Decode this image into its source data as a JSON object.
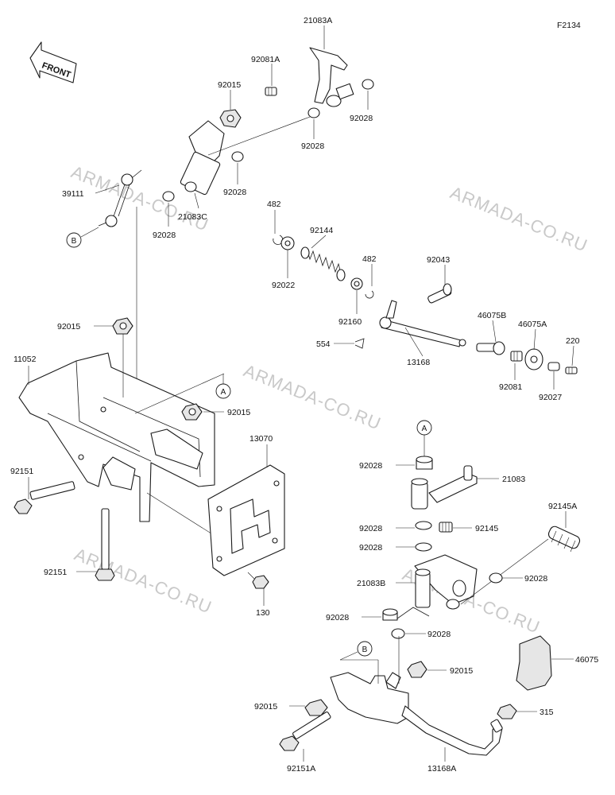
{
  "figure_code": "F2134",
  "front_label": "FRONT",
  "watermark": "ARMADA-CO.RU",
  "callouts": {
    "a": "A",
    "b": "B"
  },
  "labels": {
    "p21083A": "21083A",
    "p92081A": "92081A",
    "p92015_top": "92015",
    "p92028_a": "92028",
    "p92028_b": "92028",
    "p92028_c": "92028",
    "p92028_d": "92028",
    "p39111": "39111",
    "p21083C": "21083C",
    "p482_a": "482",
    "p92144": "92144",
    "p92022": "92022",
    "p482_b": "482",
    "p92043": "92043",
    "p92160": "92160",
    "p46075B": "46075B",
    "p46075A": "46075A",
    "p220": "220",
    "p554": "554",
    "p13168": "13168",
    "p92081": "92081",
    "p92027": "92027",
    "p92015_mid": "92015",
    "p11052": "11052",
    "p92015_frame": "92015",
    "p13070": "13070",
    "p92151_a": "92151",
    "p92151_b": "92151",
    "p130": "130",
    "p92028_e": "92028",
    "p21083": "21083",
    "p92145A": "92145A",
    "p92028_f": "92028",
    "p92145": "92145",
    "p92028_g": "92028",
    "p21083B": "21083B",
    "p92028_h": "92028",
    "p92028_i": "92028",
    "p92028_j": "92028",
    "p46075": "46075",
    "p92015_low": "92015",
    "p92015_left": "92015",
    "p315": "315",
    "p92151A": "92151A",
    "p13168A": "13168A"
  }
}
